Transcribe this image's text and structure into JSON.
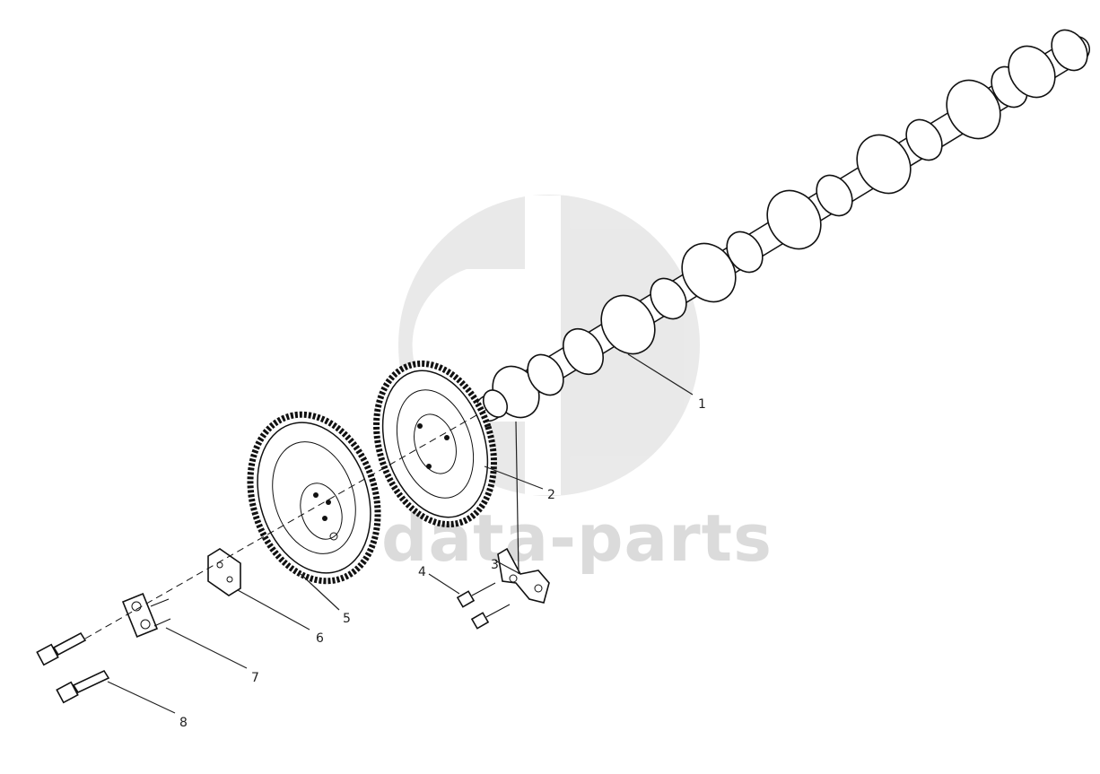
{
  "diagram": {
    "callouts": [
      {
        "id": "1",
        "label": "1"
      },
      {
        "id": "2",
        "label": "2"
      },
      {
        "id": "3",
        "label": "3"
      },
      {
        "id": "4",
        "label": "4"
      },
      {
        "id": "5",
        "label": "5"
      },
      {
        "id": "6",
        "label": "6"
      },
      {
        "id": "7",
        "label": "7"
      },
      {
        "id": "8",
        "label": "8"
      }
    ],
    "watermark": {
      "text": "data-parts",
      "color": "#cfcfcf"
    },
    "colors": {
      "line": "#111111",
      "background": "#ffffff"
    }
  }
}
